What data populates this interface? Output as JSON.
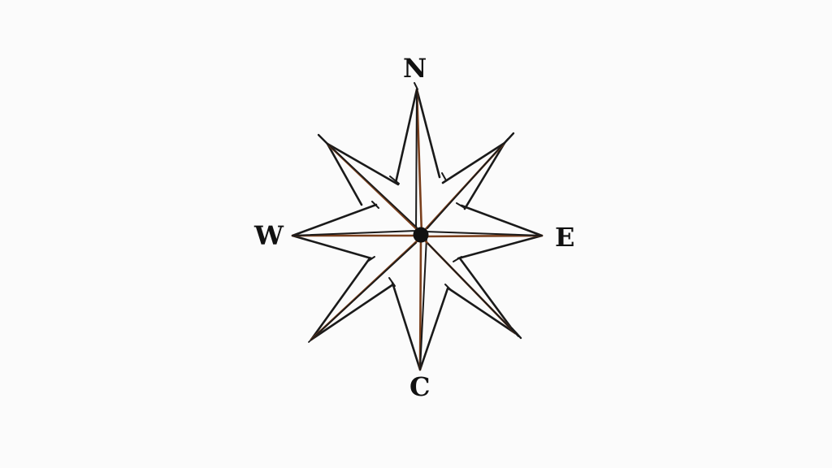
{
  "compass": {
    "labels": {
      "north": "N",
      "east": "E",
      "west": "W",
      "south": "C"
    }
  },
  "colors": {
    "background": "#fbfbfb",
    "ink": "#1a1a1a",
    "brown_fill_line": "#7a3f1c"
  }
}
